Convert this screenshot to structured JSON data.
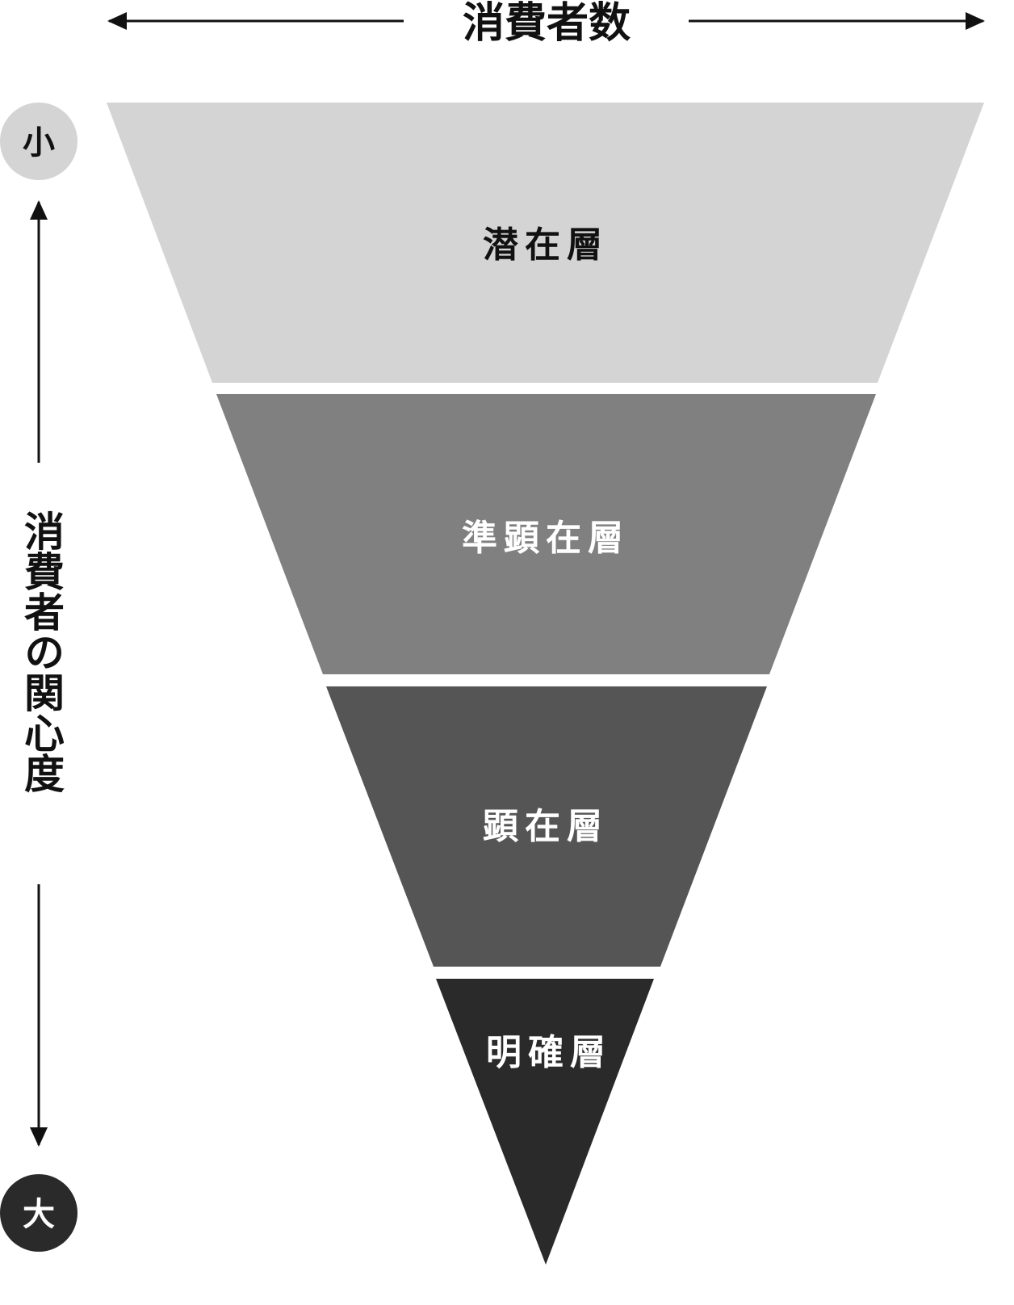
{
  "title": "消費者数",
  "axis": {
    "label": "消費者の関心度",
    "top": "小",
    "bottom": "大"
  },
  "layers": [
    {
      "label": "潜在層",
      "fill": "#d4d4d4",
      "text_color": "#111111"
    },
    {
      "label": "準顕在層",
      "fill": "#808080",
      "text_color": "#ffffff"
    },
    {
      "label": "顕在層",
      "fill": "#555555",
      "text_color": "#ffffff"
    },
    {
      "label": "明確層",
      "fill": "#2a2a2a",
      "text_color": "#ffffff"
    }
  ]
}
